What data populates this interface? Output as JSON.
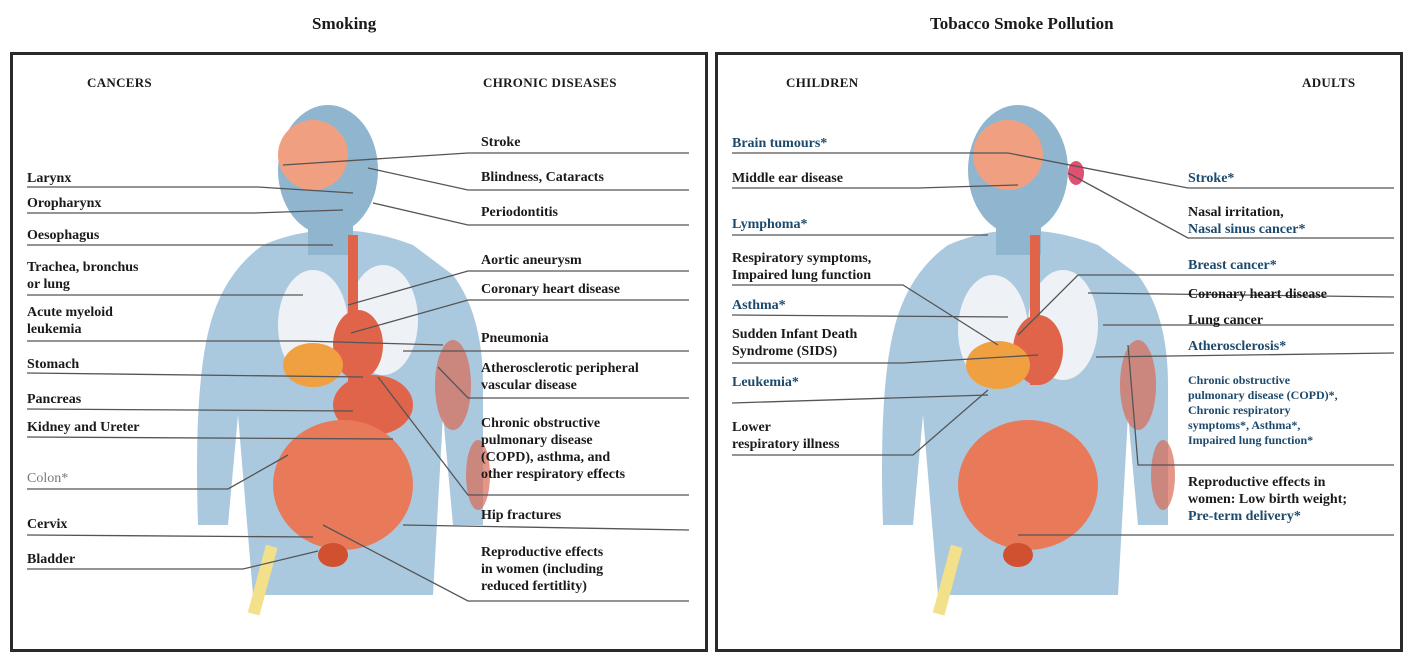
{
  "left": {
    "title": "Smoking",
    "col_left": "CANCERS",
    "col_right": "CHRONIC DISEASES",
    "cancers": [
      "Larynx",
      "Oropharynx",
      "Oesophagus",
      "Trachea, bronchus",
      "or lung",
      "Acute myeloid",
      "leukemia",
      "Stomach",
      "Pancreas",
      "Kidney and Ureter",
      "Colon*",
      "Cervix",
      "Bladder"
    ],
    "chronic": [
      "Stroke",
      "Blindness, Cataracts",
      "Periodontitis",
      "Aortic aneurysm",
      "Coronary heart disease",
      "Pneumonia",
      "Atherosclerotic peripheral",
      "vascular disease",
      "Chronic obstructive",
      "pulmonary disease",
      "(COPD), asthma, and",
      "other respiratory effects",
      "Hip fractures",
      "Reproductive effects",
      "in women (including",
      "reduced fertitlity)"
    ]
  },
  "right": {
    "title": "Tobacco Smoke Pollution",
    "col_left": "CHILDREN",
    "col_right": "ADULTS",
    "children": [
      "Brain tumours*",
      "Middle ear disease",
      "Lymphoma*",
      "Respiratory symptoms,",
      "Impaired lung function",
      "Asthma*",
      "Sudden Infant Death",
      "Syndrome (SIDS)",
      "Leukemia*",
      "Lower",
      "respiratory illness"
    ],
    "adults": [
      "Stroke*",
      "Nasal irritation,",
      "Nasal sinus cancer*",
      "Breast cancer*",
      "Coronary heart disease",
      "Lung cancer",
      "Atherosclerosis*",
      "Chronic obstructive",
      "pulmonary disease (COPD)*,",
      "Chronic respiratory",
      "symptoms*, Asthma*,",
      "Impaired lung function*",
      "Reproductive effects in",
      "women: Low birth weight;",
      "Pre-term delivery*"
    ]
  },
  "colors": {
    "text_blue": "#1d4a6c",
    "border": "#2a2a2a",
    "organ": "#e0644a",
    "body": "#9cc0d8"
  }
}
